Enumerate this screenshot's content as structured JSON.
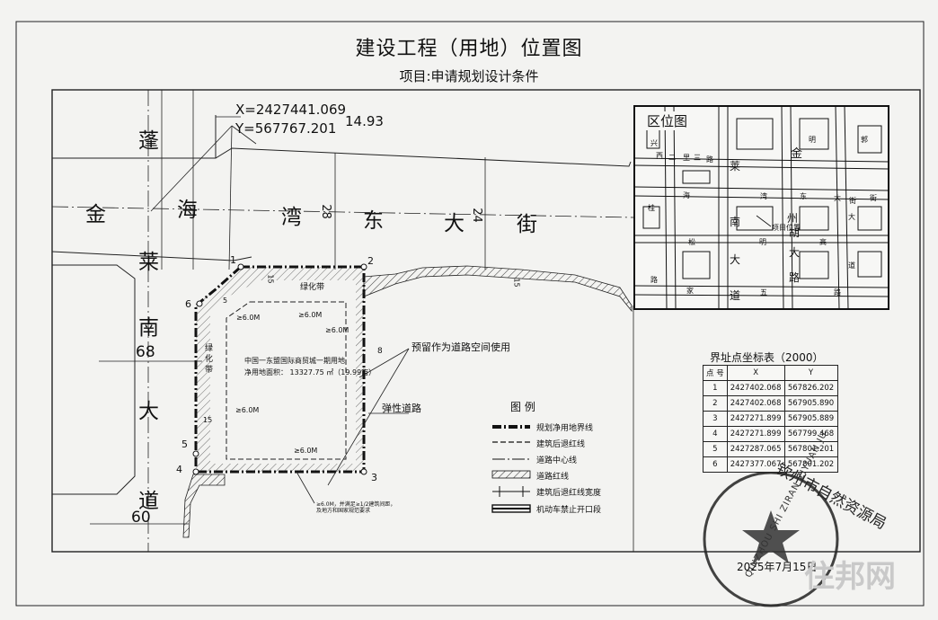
{
  "title": "建设工程（用地）位置图",
  "subtitle": "项目:申请规划设计条件",
  "corner_coord": {
    "x": "X=2427441.069",
    "y": "Y=567767.201"
  },
  "dim_top": "14.93",
  "roads": {
    "north": [
      "金",
      "海",
      "湾",
      "东",
      "大",
      "街"
    ],
    "west": [
      "蓬",
      "莱",
      "南",
      "大",
      "道"
    ],
    "north_width": "28",
    "north_width2": "24",
    "west_width": "68",
    "west_width2": "60"
  },
  "site": {
    "name": "中国一东盟国际商贸城一期用地",
    "area": "净用地面积： 13327.75 ㎡（19.99亩）",
    "green_top": "绿化带",
    "green_left": "绿化带",
    "setback": "≥6.0M",
    "setback_left": "≥6.0M",
    "setback_right": "≥6.0M",
    "setback_bottom": "≥6.0M",
    "setback_top2": "≥6.0M",
    "dim_15_top": "15",
    "dim_15_left": "15",
    "dim_15_road": "15",
    "dim_8": "8",
    "dim_5": "5",
    "reserve_note": "预留作为道路空间使用",
    "flex_road": "弹性道路",
    "note_bottom1": "≥6.0M，并满足≥1/2建筑间距，",
    "note_bottom2": "及地方和国家规范要求"
  },
  "points": [
    "1",
    "2",
    "3",
    "4",
    "5",
    "6"
  ],
  "inset": {
    "title": "区位图",
    "project_label": "项目位置",
    "street_chars": [
      "兴",
      "西",
      "里",
      "三",
      "路",
      "莱",
      "金",
      "海",
      "湾",
      "东",
      "大",
      "街",
      "南",
      "大",
      "道",
      "桂",
      "松",
      "明",
      "大",
      "路",
      "家",
      "五",
      "路",
      "州",
      "街",
      "胡",
      "明",
      "高",
      "郭",
      "大",
      "道",
      "路",
      "二"
    ]
  },
  "legend": {
    "title": "图 例",
    "items": [
      "规划净用地界线",
      "建筑后退红线",
      "道路中心线",
      "道路红线",
      "建筑后退红线宽度",
      "机动车禁止开口段"
    ]
  },
  "coord_table": {
    "title": "界址点坐标表（2000）",
    "headers": [
      "点 号",
      "X",
      "Y"
    ],
    "rows": [
      [
        "1",
        "2427402.068",
        "567826.202"
      ],
      [
        "2",
        "2427402.068",
        "567905.890"
      ],
      [
        "3",
        "2427271.899",
        "567905.889"
      ],
      [
        "4",
        "2427271.899",
        "567799.468"
      ],
      [
        "5",
        "2427287.065",
        "567801.201"
      ],
      [
        "6",
        "2427377.067",
        "567801.202"
      ]
    ]
  },
  "seal": {
    "text": "钦州市自然资源局",
    "date": "2025年7月15日",
    "ring_latin": "QINZHOU SHI ZIRAN ZIYUAN JU"
  },
  "watermark": "住邦网"
}
